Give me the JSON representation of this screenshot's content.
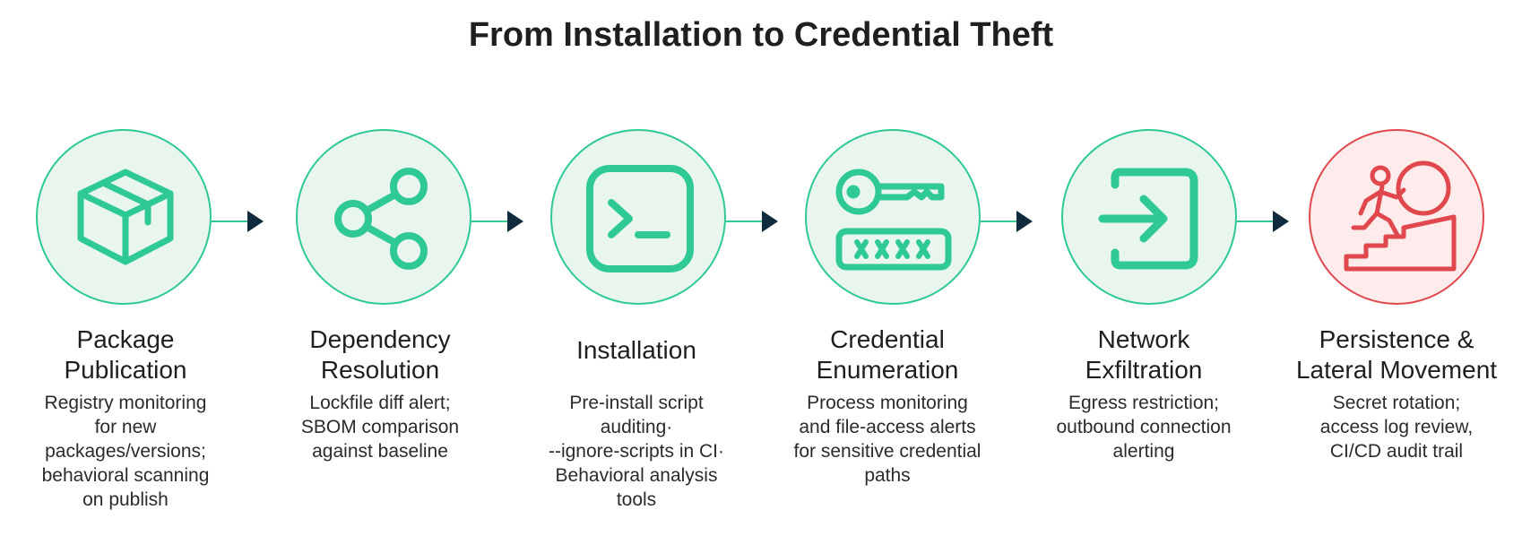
{
  "title": "From Installation to Credential Theft",
  "stages": [
    {
      "heading": "Package\nPublication",
      "description": "Registry monitoring\nfor new\npackages/versions;\nbehavioral scanning\non publish",
      "icon": "package-box-icon"
    },
    {
      "heading": "Dependency\nResolution",
      "description": "Lockfile diff alert;\nSBOM comparison\nagainst baseline",
      "icon": "share-nodes-icon"
    },
    {
      "heading": "Installation",
      "description": "Pre-install script\nauditing·\n--ignore-scripts in CI·\nBehavioral analysis\ntools",
      "icon": "terminal-icon"
    },
    {
      "heading": "Credential\nEnumeration",
      "description": "Process monitoring\nand file-access alerts\nfor sensitive credential\npaths",
      "icon": "key-password-icon"
    },
    {
      "heading": "Network\nExfiltration",
      "description": "Egress restriction;\noutbound connection\nalerting",
      "icon": "sign-in-arrow-icon"
    },
    {
      "heading": "Persistence &\nLateral Movement",
      "description": "Secret rotation;\naccess log review,\nCI/CD audit trail",
      "icon": "climbing-boulder-icon"
    }
  ],
  "colors": {
    "accent": "#2ec994",
    "accent_fill": "#e9f6ee",
    "danger": "#e0484d",
    "danger_fill": "#fdeceb",
    "arrow_head": "#0f2b3d"
  }
}
